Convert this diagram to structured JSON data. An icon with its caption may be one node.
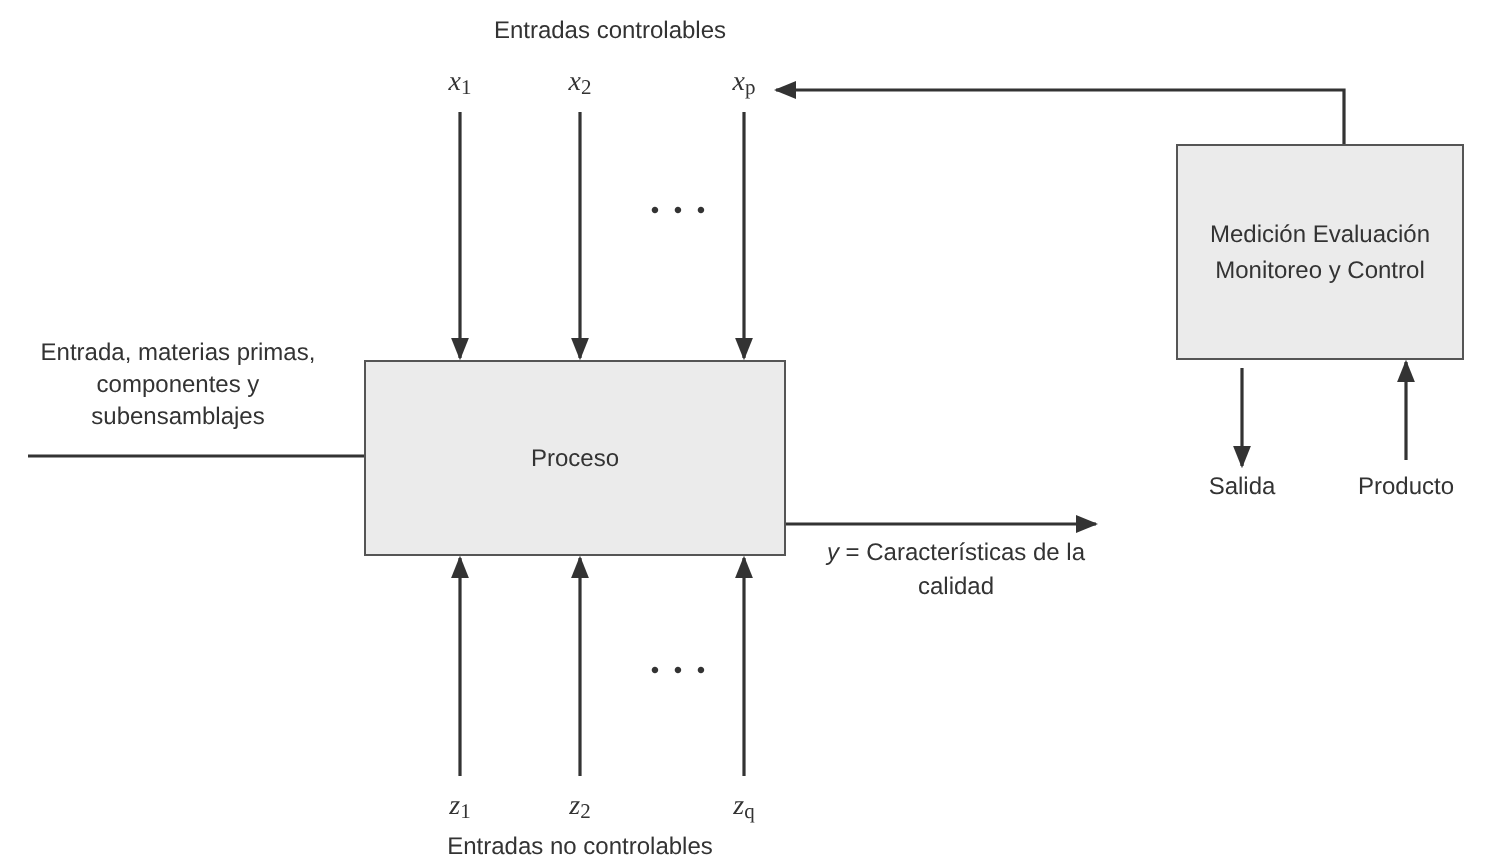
{
  "diagram": {
    "nodes": [
      {
        "text": [
          "Proceso"
        ]
      },
      {
        "text": [
          "Medición Evaluación Monitoreo y Control"
        ]
      },
      {
        "text": [
          "*x*$_{1}$"
        ]
      },
      {
        "text": [
          "*x*$_{2}$"
        ]
      },
      {
        "text": [
          "*x*$_{p}$"
        ]
      },
      {
        "text": [
          "*z*$_{1}$"
        ]
      },
      {
        "text": [
          "*z*$_{2}$"
        ]
      },
      {
        "text": [
          "*z*$_{q}$"
        ]
      },
      {
        "text": [
          "Salida"
        ]
      },
      {
        "text": [
          "Producto"
        ]
      }
    ],
    "edges": [
      {
        "from": 2,
        "to": 0,
        "arrow": "to"
      },
      {
        "from": 3,
        "to": 0,
        "arrow": "to"
      },
      {
        "from": 4,
        "to": 0,
        "arrow": "to"
      },
      {
        "from": 5,
        "to": 0,
        "arrow": "to"
      },
      {
        "from": 6,
        "to": 0,
        "arrow": "to"
      },
      {
        "from": 7,
        "to": 0,
        "arrow": "to"
      },
      {
        "from": null,
        "to": 0,
        "arrow": "none"
      },
      {
        "from": 0,
        "to": null,
        "arrow": "to",
        "label": "*y* = Características de la calidad"
      },
      {
        "from": 1,
        "to": 4,
        "arrow": "to"
      },
      {
        "from": 1,
        "to": 8,
        "arrow": "to"
      },
      {
        "from": 9,
        "to": 1,
        "arrow": "to"
      }
    ],
    "labels": [
      "Entradas controlables",
      "• • •",
      "Entrada, materias primas, componentes y subensamblajes",
      "• • •",
      "Entradas no controlables"
    ]
  }
}
